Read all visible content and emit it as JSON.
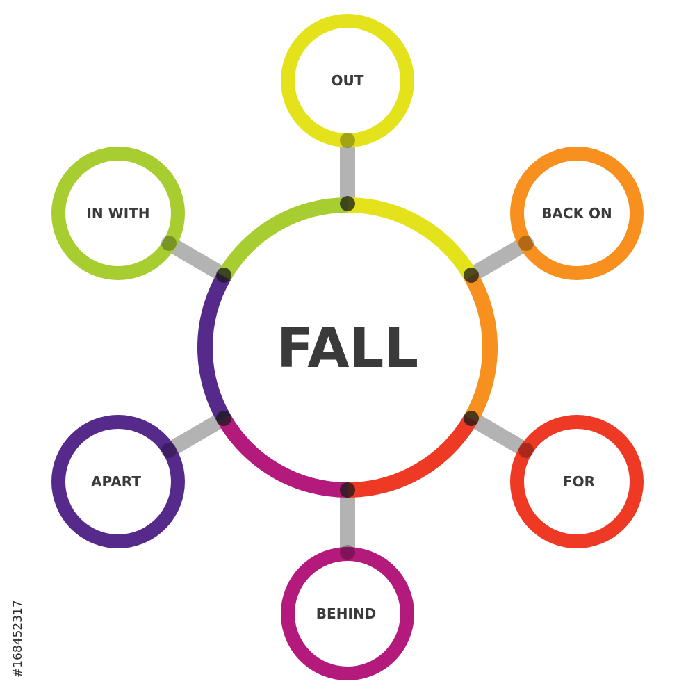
{
  "center": {
    "label": "FALL"
  },
  "nodes": [
    {
      "id": "out",
      "label": "OUT",
      "color": "#e4e31b"
    },
    {
      "id": "back-on",
      "label": "BACK ON",
      "color": "#f7901e"
    },
    {
      "id": "for",
      "label": "FOR",
      "color": "#ee3a24"
    },
    {
      "id": "behind",
      "label": "BEHIND",
      "color": "#b4197c"
    },
    {
      "id": "apart",
      "label": "APART",
      "color": "#562a8a"
    },
    {
      "id": "in-with",
      "label": "IN WITH",
      "color": "#a8cd31"
    }
  ],
  "connector_color": "#9a9a9a",
  "stock_id": "#168452317"
}
